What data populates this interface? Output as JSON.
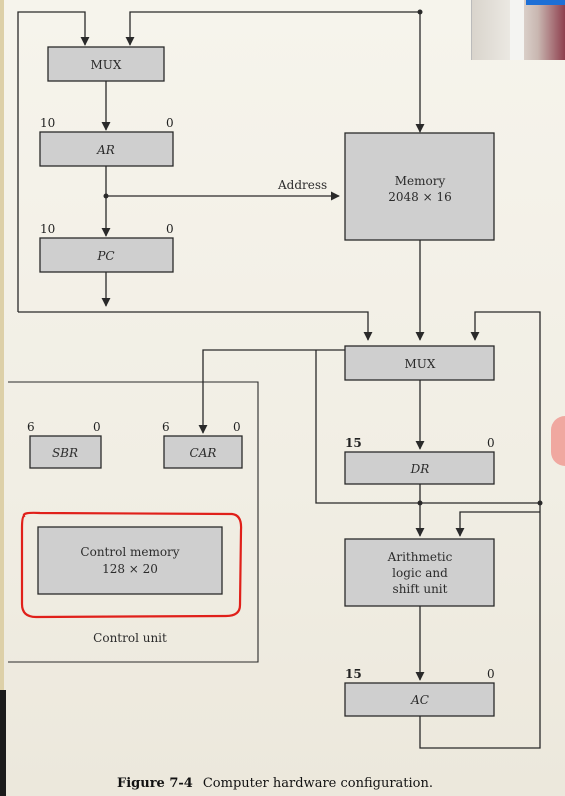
{
  "labels": {
    "mux_top": "MUX",
    "ar": "AR",
    "pc": "PC",
    "address": "Address",
    "memory": "Memory",
    "memory_size": "2048 × 16",
    "mux_mid": "MUX",
    "dr": "DR",
    "alu_1": "Arithmetic",
    "alu_2": "logic and",
    "alu_3": "shift unit",
    "ac": "AC",
    "sbr": "SBR",
    "car": "CAR",
    "control_memory": "Control memory",
    "control_memory_size": "128 × 20",
    "control_unit": "Control unit"
  },
  "bits": {
    "ar_hi": "10",
    "ar_lo": "0",
    "pc_hi": "10",
    "pc_lo": "0",
    "sbr_hi": "6",
    "sbr_lo": "0",
    "car_hi": "6",
    "car_lo": "0",
    "dr_hi": "15",
    "dr_lo": "0",
    "ac_hi": "15",
    "ac_lo": "0"
  },
  "caption": {
    "figure": "Figure 7-4",
    "text": "Computer hardware configuration."
  },
  "colors": {
    "highlight": "#e0201a",
    "box_fill": "#cfcfcf"
  }
}
